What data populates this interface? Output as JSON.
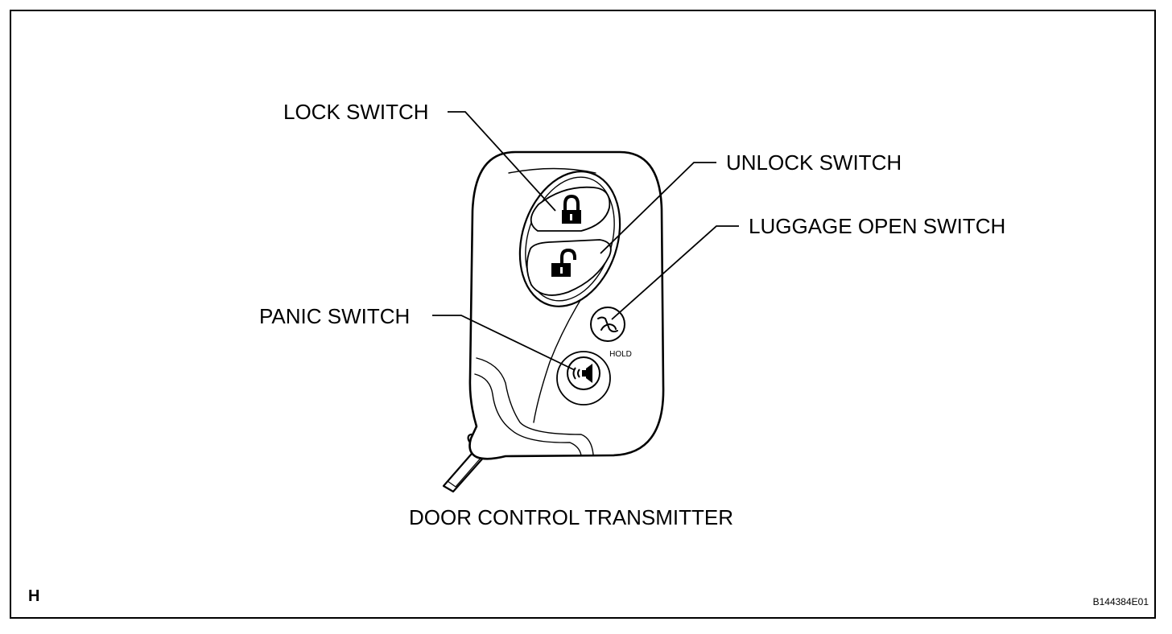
{
  "diagram": {
    "callouts": {
      "lock_switch": "LOCK SWITCH",
      "unlock_switch": "UNLOCK SWITCH",
      "luggage_open_switch": "LUGGAGE OPEN SWITCH",
      "panic_switch": "PANIC SWITCH"
    },
    "hold_text": "HOLD",
    "caption": "DOOR CONTROL TRANSMITTER",
    "corner_letter": "H",
    "figure_code": "B144384E01"
  },
  "colors": {
    "line": "#000000",
    "background": "#ffffff"
  },
  "icons": [
    "padlock-closed-icon",
    "padlock-open-icon",
    "trunk-open-icon",
    "panic-horn-icon",
    "key-icon"
  ]
}
